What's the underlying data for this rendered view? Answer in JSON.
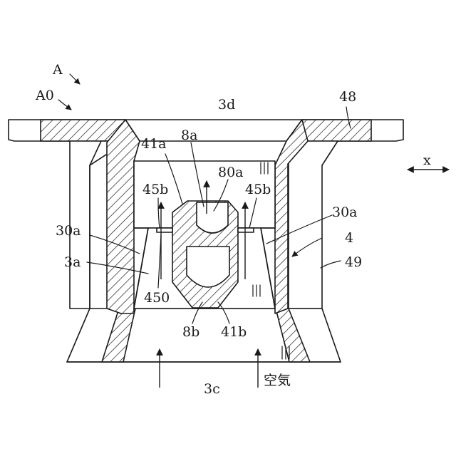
{
  "labels": {
    "A": "A",
    "A0": "A0",
    "d3": "3d",
    "n48": "48",
    "x": "x",
    "n41a": "41a",
    "n8a": "8a",
    "n80a": "80a",
    "n45b_left": "45b",
    "n45b_right": "45b",
    "n30a_right": "30a",
    "n30a_left": "30a",
    "n4": "4",
    "a3": "3a",
    "n49": "49",
    "n450": "450",
    "n8b": "8b",
    "n41b": "41b",
    "c3": "3c",
    "air": "空気"
  }
}
